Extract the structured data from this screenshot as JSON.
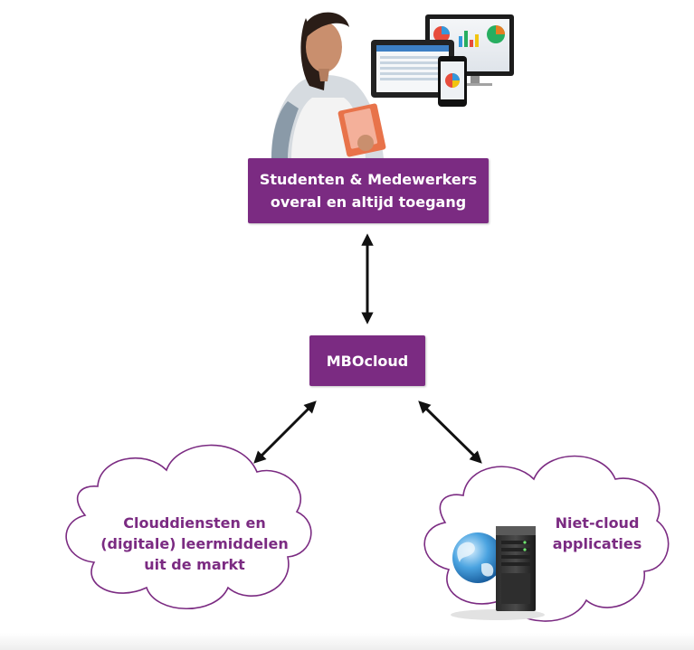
{
  "diagram": {
    "top_box": {
      "line1": "Studenten & Medewerkers",
      "line2": "overal en altijd toegang"
    },
    "middle_box": {
      "label": "MBOcloud"
    },
    "cloud_left": {
      "line1": "Clouddiensten en",
      "line2": "(digitale) leermiddelen",
      "line3": "uit de markt"
    },
    "cloud_right": {
      "line1": "Niet-cloud",
      "line2": "applicaties"
    }
  },
  "colors": {
    "brand_purple": "#7b2b82",
    "arrow": "#111111",
    "cloud_outline": "#7b2b82"
  },
  "icons": [
    "student-photo",
    "devices-illustration",
    "globe-server-icon"
  ]
}
